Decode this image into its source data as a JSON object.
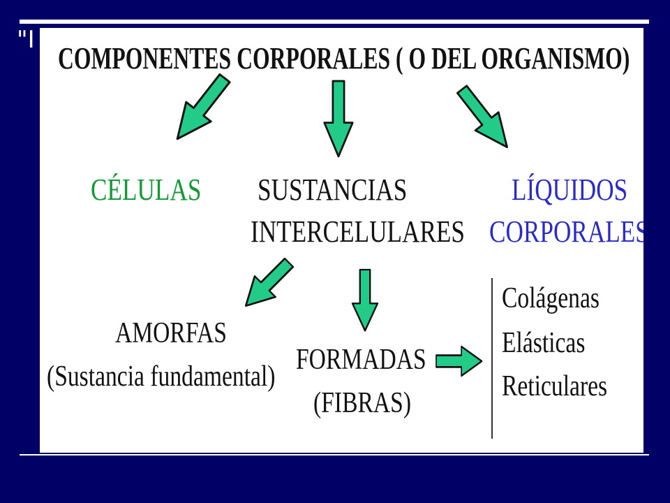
{
  "diagram": {
    "title": "COMPONENTES CORPORALES ( O DEL ORGANISMO)",
    "level1": {
      "cells": "CÉLULAS",
      "intercellular_line1": "SUSTANCIAS",
      "intercellular_line2": "INTERCELULARES",
      "fluids_line1": "LÍQUIDOS",
      "fluids_line2": "CORPORALES"
    },
    "level2": {
      "amorphous_line1": "AMORFAS",
      "amorphous_line2": "(Sustancia fundamental)",
      "formed_line1": "FORMADAS",
      "formed_line2": "(FIBRAS)"
    },
    "fiber_types": [
      "Colágenas",
      "Elásticas",
      "Reticulares"
    ],
    "colors": {
      "background": "#000066",
      "panel": "#ffffff",
      "arrow_fill": "#22cc88",
      "cells_text": "#119933",
      "fluids_text": "#2b2bc8"
    },
    "icons": {
      "arrow": "down-arrow",
      "bullet_mark": "quote-mark"
    }
  }
}
